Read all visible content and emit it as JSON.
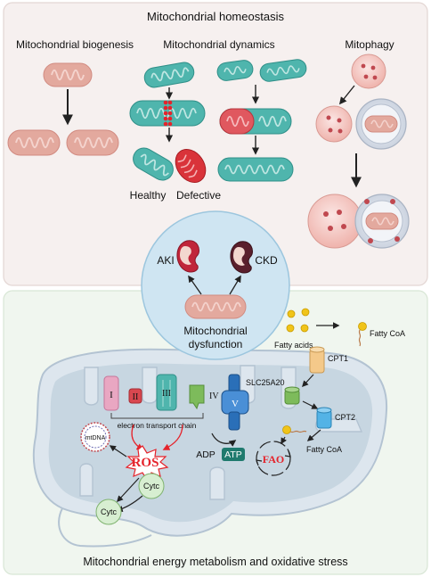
{
  "top_panel": {
    "title": "Mitochondrial homeostasis",
    "biogenesis_label": "Mitochondrial biogenesis",
    "dynamics_label": "Mitochondrial dynamics",
    "mitophagy_label": "Mitophagy",
    "healthy_label": "Healthy",
    "defective_label": "Defective"
  },
  "center_circle": {
    "aki_label": "AKI",
    "ckd_label": "CKD",
    "dysfunction_line1": "Mitochondrial",
    "dysfunction_line2": "dysfunction"
  },
  "bottom_panel": {
    "title": "Mitochondrial energy metabolism and  oxidative stress",
    "complex_labels": [
      "I",
      "II",
      "III",
      "IV",
      "V"
    ],
    "etc_label": "electron transport chain",
    "mtdna_label": "mtDNA",
    "ros_label": "ROS",
    "adp_label": "ADP",
    "atp_label": "ATP",
    "fao_label": "FAO",
    "cytc_label_1": "Cytc",
    "cytc_label_2": "Cytc",
    "fatty_acids_label": "Fatty acids",
    "fatty_coa_top_label": "Fatty CoA",
    "cpt1_label": "CPT1",
    "slc_label": "SLC25A20",
    "cpt2_label": "CPT2",
    "fatty_coa_bottom_label": "Fatty CoA"
  },
  "colors": {
    "top_bg": "#f6f0ef",
    "bottom_bg": "#f0f6ef",
    "healthy_mito": "#4fb5ad",
    "bio_mito": "#e3a99e",
    "ros": "#e5232b",
    "matrix": "#c7d6e1",
    "circle_fill": "#cfe5f2",
    "fatty_acid": "#f0c419"
  }
}
